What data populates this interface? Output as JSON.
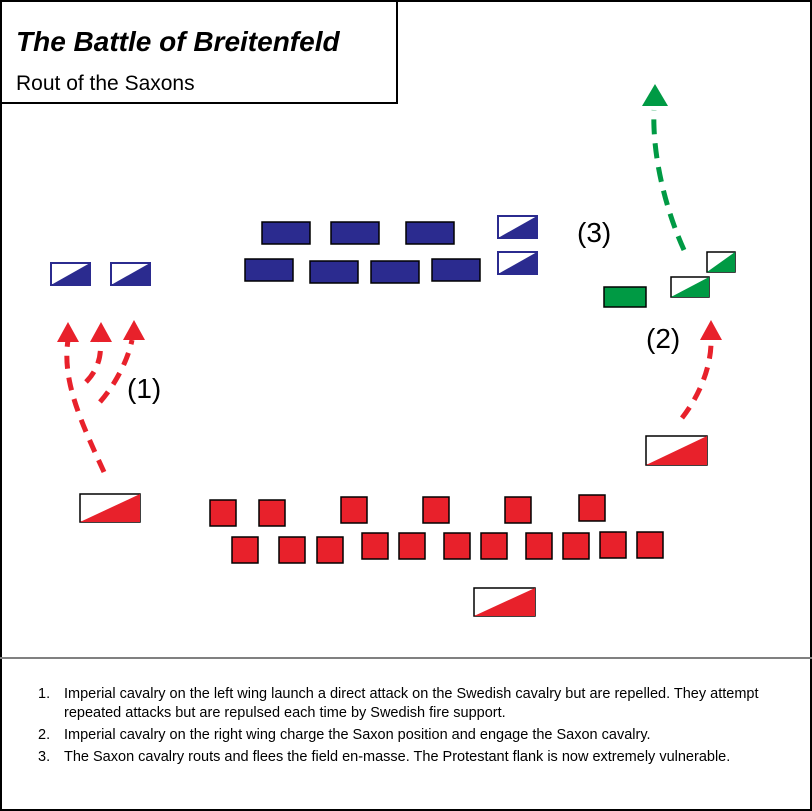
{
  "header": {
    "title": "The Battle of Breitenfeld",
    "subtitle": "Rout of the Saxons"
  },
  "map": {
    "labels": {
      "one": "(1)",
      "two": "(2)",
      "three": "(3)"
    },
    "colors": {
      "swedish": "#2b2b8f",
      "imperial": "#e8212b",
      "saxon": "#009a44",
      "imperial_arrow": "#e8212b",
      "saxon_arrow": "#009a44"
    },
    "unit_types": {
      "infantry": "solid block",
      "cavalry": "diagonally split block"
    }
  },
  "notes": {
    "items": [
      {
        "num": "1.",
        "text": "Imperial cavalry on the left wing launch a direct attack on the Swedish cavalry but are repelled. They attempt repeated attacks but are repulsed each time by Swedish fire support."
      },
      {
        "num": "2.",
        "text": "Imperial cavalry on the right wing charge the Saxon position and engage the Saxon cavalry."
      },
      {
        "num": "3.",
        "text": "The Saxon cavalry routs and flees the field en-masse. The Protestant flank is now extremely vulnerable."
      }
    ]
  }
}
